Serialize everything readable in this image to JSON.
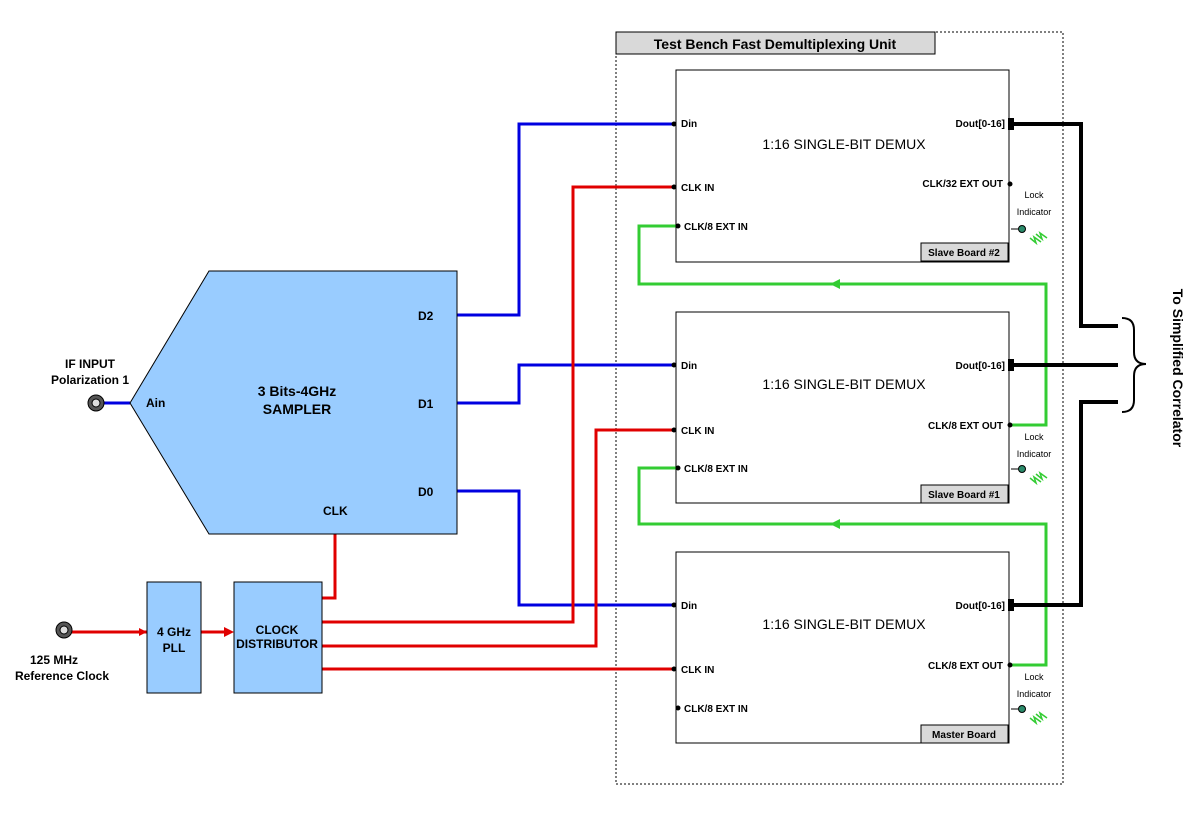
{
  "diagram": {
    "unit_title": "Test Bench Fast Demultiplexing Unit",
    "sampler": {
      "line1": "3 Bits-4GHz",
      "line2": "SAMPLER",
      "port_ain": "Ain",
      "port_d2": "D2",
      "port_d1": "D1",
      "port_d0": "D0",
      "port_clk": "CLK"
    },
    "if_input": {
      "line1": "IF INPUT",
      "line2": "Polarization 1"
    },
    "ref_clock": {
      "line1": "125 MHz",
      "line2": "Reference Clock"
    },
    "pll": {
      "line1": "4 GHz",
      "line2": "PLL"
    },
    "clock_distributor": {
      "line1": "CLOCK",
      "line2": "DISTRIBUTOR"
    },
    "boards": [
      {
        "title": "1:16 SINGLE-BIT DEMUX",
        "tag": "Slave Board #2",
        "din": "Din",
        "clk_in": "CLK IN",
        "clk8_in": "CLK/8 EXT IN",
        "dout": "Dout[0-16]",
        "clk_out": "CLK/32 EXT OUT",
        "lock1": "Lock",
        "lock2": "Indicator"
      },
      {
        "title": "1:16 SINGLE-BIT DEMUX",
        "tag": "Slave Board #1",
        "din": "Din",
        "clk_in": "CLK IN",
        "clk8_in": "CLK/8 EXT IN",
        "dout": "Dout[0-16]",
        "clk_out": "CLK/8 EXT OUT",
        "lock1": "Lock",
        "lock2": "Indicator"
      },
      {
        "title": "1:16 SINGLE-BIT DEMUX",
        "tag": "Master Board",
        "din": "Din",
        "clk_in": "CLK IN",
        "clk8_in": "CLK/8 EXT IN",
        "dout": "Dout[0-16]",
        "clk_out": "CLK/8 EXT OUT",
        "lock1": "Lock",
        "lock2": "Indicator"
      }
    ],
    "output_label": "To Simplified Correlator"
  },
  "colors": {
    "data_line": "#0000e0",
    "clock_line": "#e00000",
    "sync_line": "#33cc33",
    "output_line": "#000000",
    "block_fill": "#99ccff",
    "tag_fill": "#d9d9d9"
  }
}
